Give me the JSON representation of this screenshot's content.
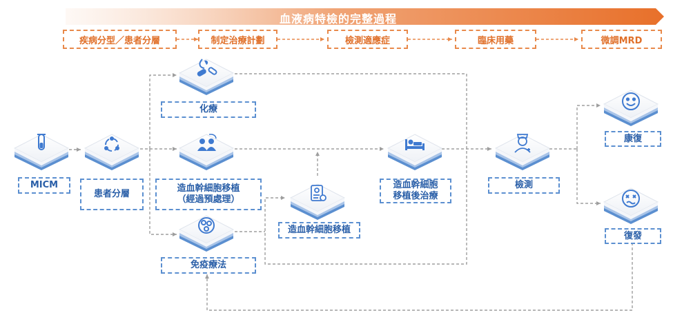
{
  "banner": {
    "title": "血液病特檢的完整過程"
  },
  "colors": {
    "orange": "#e8894a",
    "blue": "#5b8fd0",
    "gray": "#9e9e9e"
  },
  "stages": [
    {
      "label": "疾病分型／患者分層"
    },
    {
      "label": "制定治療計劃"
    },
    {
      "label": "檢測適應症"
    },
    {
      "label": "臨床用藥"
    },
    {
      "label": "微調MRD"
    }
  ],
  "nodes": {
    "micm": {
      "label": "MICM",
      "icon": "test-tube-icon"
    },
    "stratify": {
      "label": "患者分層",
      "icon": "cycle-icon"
    },
    "chemo": {
      "label": "化療",
      "icon": "medicine-icon"
    },
    "transplant_pre": {
      "line1": "造血幹細胞移植",
      "line2": "（經過預處理）",
      "icon": "people-icon"
    },
    "immuno": {
      "label": "免疫療法",
      "icon": "cells-icon"
    },
    "transplant": {
      "label": "造血幹細胞移植",
      "icon": "document-icon"
    },
    "post_tx": {
      "line1": "造血幹細胞",
      "line2": "移植後治療",
      "icon": "patient-bed-icon"
    },
    "testing": {
      "label": "檢測",
      "icon": "nurse-icon"
    },
    "recovery": {
      "label": "康復",
      "icon": "smile-icon"
    },
    "relapse": {
      "label": "復發",
      "icon": "sad-face-icon"
    }
  }
}
